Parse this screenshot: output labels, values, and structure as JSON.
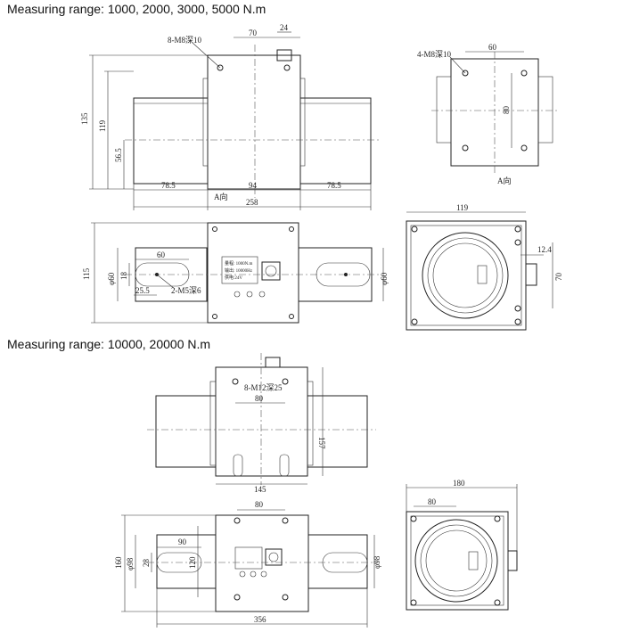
{
  "headings": {
    "top": "Measuring range: 1000, 2000, 3000, 5000 N.m",
    "bottom": "Measuring range: 10000, 20000 N.m"
  },
  "top_front": {
    "holes": "8-M8深10",
    "w70": "70",
    "w24": "24",
    "h135": "135",
    "h119": "119",
    "h56_5": "56.5",
    "w78_5_left": "78.5",
    "w94": "94",
    "w78_5_right": "78.5",
    "a_dir": "A向",
    "w258": "258"
  },
  "top_side": {
    "holes": "4-M8深10",
    "w60": "60",
    "h80": "80",
    "view": "A向"
  },
  "top_plan": {
    "h115": "115",
    "d60_left": "φ60",
    "h18": "18",
    "w60": "60",
    "w25_5": "25.5",
    "slot": "2-M5深6",
    "d60_right": "φ60",
    "label_line1": "量程: 1000N.m",
    "label_line2": "输出: 10000Hz",
    "label_line3": "供电:24V"
  },
  "top_end": {
    "w119": "119",
    "w12_4": "12.4",
    "h70": "70"
  },
  "bottom_front": {
    "holes": "8-M12深25",
    "w80": "80",
    "h157": "157",
    "w145": "145"
  },
  "bottom_plan": {
    "w80": "80",
    "w90": "90",
    "h160": "160",
    "d98_left": "φ98",
    "h28": "28",
    "h120": "120",
    "d98_right": "φ98",
    "w356": "356"
  },
  "bottom_end": {
    "w180": "180",
    "w80": "80"
  }
}
